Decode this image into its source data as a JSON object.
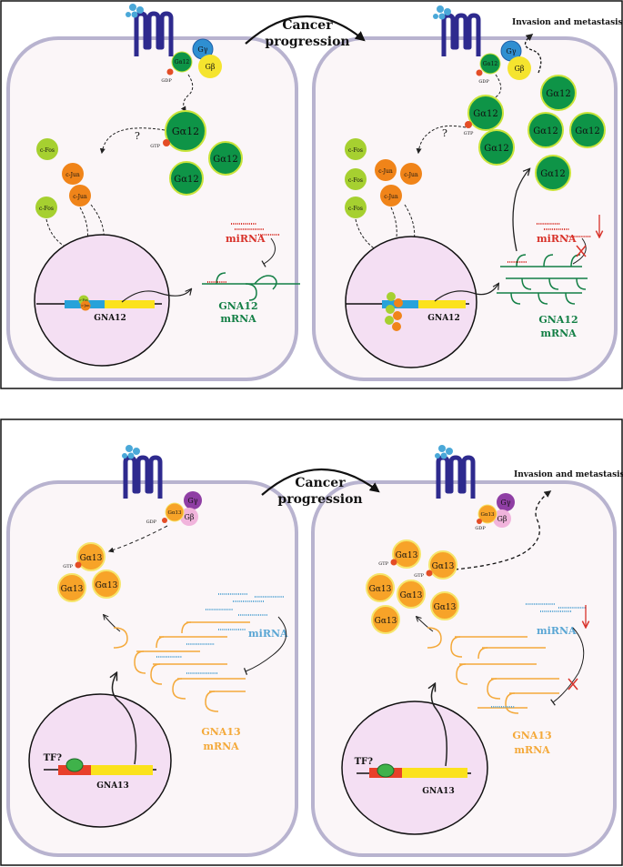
{
  "colors": {
    "cell_fill": "#fbf6f8",
    "cell_border": "#b8b3cf",
    "nucleus_fill": "#f4dff3",
    "receptor": "#2e2a8e",
    "ligand": "#4aa8d8",
    "galpha12": "#0e9447",
    "galpha12_border": "#c9e43a",
    "galpha13": "#f7a328",
    "galpha13_border": "#f6e56b",
    "gbeta12": "#f5e42e",
    "ggamma12": "#2f8fd1",
    "gbeta13": "#f1b4dc",
    "ggamma13": "#8f3ea4",
    "cfos": "#a6d030",
    "cjun": "#f08419",
    "gdp_dot": "#e44d26",
    "gene_yellow": "#fbe21c",
    "gene_blue": "#27a2da",
    "gene_red": "#e8402a",
    "mrna12": "#137f45",
    "mrna13": "#f4a93a",
    "mirna12": "#d8322a",
    "mirna13": "#5aa6d4"
  },
  "labels": {
    "cancer_progression_line1": "Cancer",
    "cancer_progression_line2": "progression",
    "invasion": "Invasion and metastasis",
    "galpha12": "Gα12",
    "galpha13": "Gα13",
    "gbeta": "Gβ",
    "ggamma": "Gγ",
    "gdp": "GDP",
    "gtp": "GTP",
    "question": "?",
    "cfos": "c-Fos",
    "cjun": "c-Jun",
    "mirna": "miRNA",
    "gna12": "GNA12",
    "gna13": "GNA13",
    "mrna": "mRNA",
    "tf": "TF?"
  },
  "panels": [
    {
      "id": "top",
      "description_label": "GNA12"
    },
    {
      "id": "bottom",
      "description_label": "GNA13"
    }
  ]
}
